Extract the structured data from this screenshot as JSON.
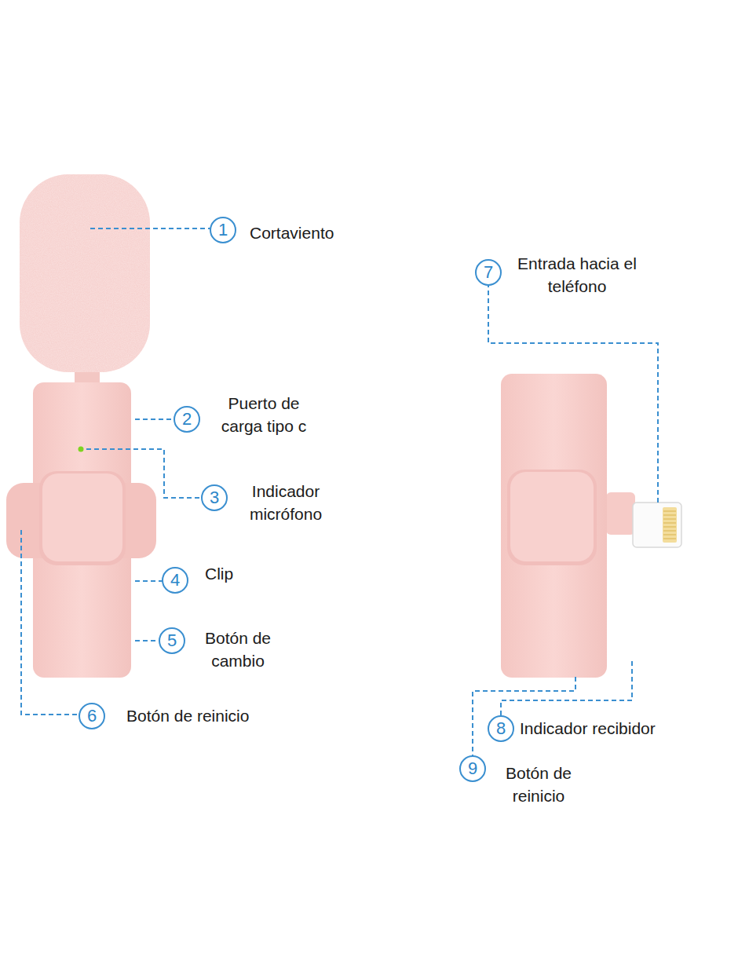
{
  "diagram": {
    "labels": [
      "1",
      "Cortaviento",
      "7",
      "Entrada hacia el teléfono",
      "2",
      "Puerto de carga tipo c",
      "3",
      "Indicador micrófono",
      "4",
      "Clip",
      "5",
      "Botón de cambio",
      "6",
      "Botón de reinicio",
      "8",
      "Indicador recibidor",
      "9",
      "Botón de reinicio"
    ]
  }
}
